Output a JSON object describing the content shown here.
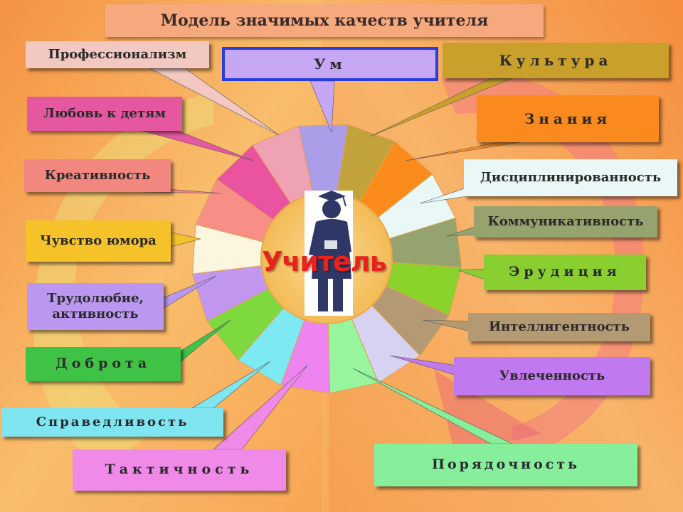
{
  "title": "Модель значимых качеств учителя",
  "center_label": "Учитель",
  "labels": {
    "professionalism": "Профессионализм",
    "mind": "Ум",
    "culture": "Культура",
    "love_children": "Любовь к детям",
    "knowledge": "Знания",
    "creativity": "Креативность",
    "discipline": "Дисциплинированность",
    "communication": "Коммуникативность",
    "humor": "Чувство юмора",
    "erudition": "Эрудиция",
    "diligence_1": "Трудолюбие,",
    "diligence_2": "активность",
    "intelligence": "Интеллигентность",
    "kindness": "Доброта",
    "enthusiasm": "Увлеченность",
    "justice": "Справедливость",
    "tact": "Тактичность",
    "orderliness": "Порядочность"
  },
  "colors": {
    "background_left": "#f7a35a",
    "background_right": "#f69a4c",
    "wheel_inner": "#f5c565",
    "center_text": "#e8231c",
    "silhouette": "#2f3766"
  },
  "wheel_segments": [
    {
      "color": "#ab9de8"
    },
    {
      "color": "#c2a23a"
    },
    {
      "color": "#fb8c1c"
    },
    {
      "color": "#e9f7f7"
    },
    {
      "color": "#95a371"
    },
    {
      "color": "#89d32b"
    },
    {
      "color": "#b49a74"
    },
    {
      "color": "#d7d2f1"
    },
    {
      "color": "#97f59d"
    },
    {
      "color": "#ee84f0"
    },
    {
      "color": "#7de9f2"
    },
    {
      "color": "#7ed93f"
    },
    {
      "color": "#c197ef"
    },
    {
      "color": "#fdf6de"
    },
    {
      "color": "#f78f86"
    },
    {
      "color": "#ea53a0"
    },
    {
      "color": "#eea2b3"
    }
  ]
}
